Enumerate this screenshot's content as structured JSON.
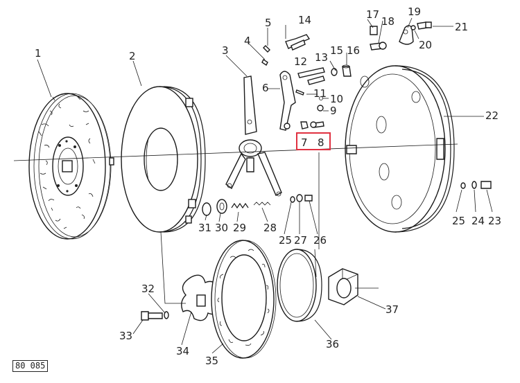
{
  "reference_code": "80 085",
  "highlight_color": "#e03040",
  "part_numbers": [
    "1",
    "2",
    "3",
    "4",
    "5",
    "6",
    "7",
    "8",
    "9",
    "10",
    "11",
    "12",
    "13",
    "14",
    "15",
    "16",
    "17",
    "18",
    "19",
    "20",
    "21",
    "22",
    "23",
    "24",
    "25",
    "26",
    "27",
    "28",
    "29",
    "30",
    "31",
    "32",
    "33",
    "34",
    "35",
    "36",
    "37",
    "25"
  ],
  "highlighted_parts": [
    "7",
    "8"
  ]
}
